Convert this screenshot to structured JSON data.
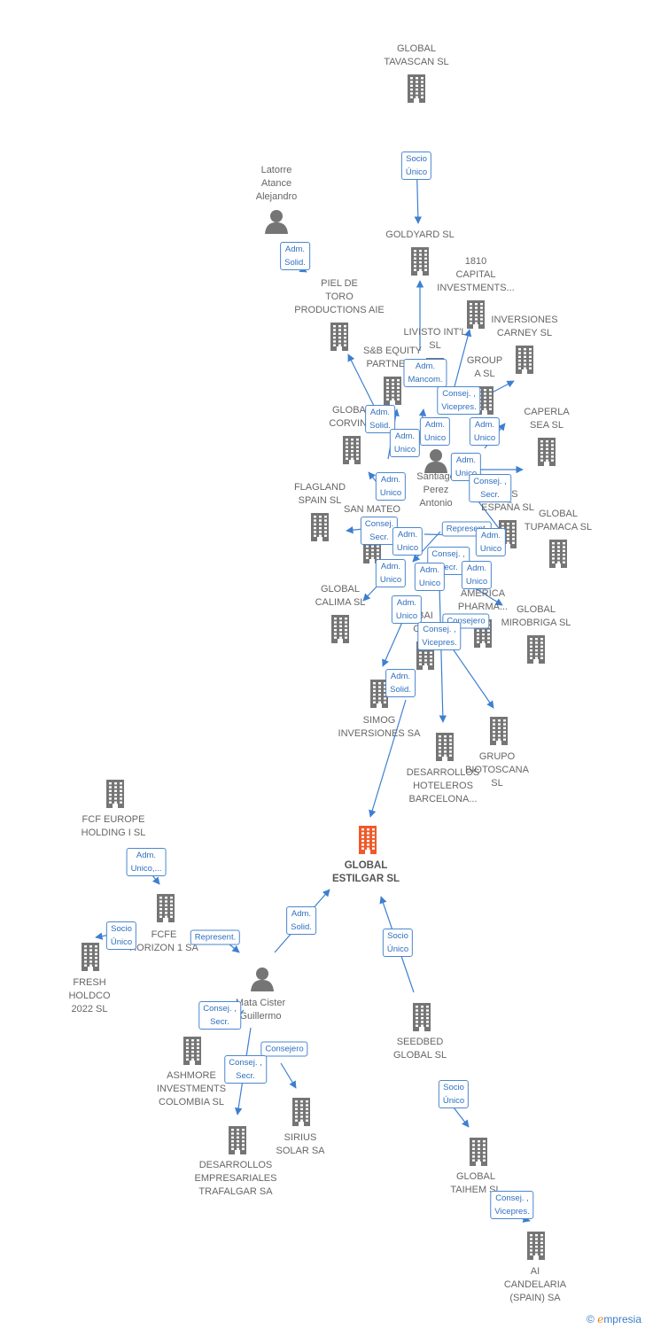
{
  "nodes": [
    {
      "id": "tavascan",
      "kind": "company",
      "label": "GLOBAL\nTAVASCAN  SL"
    },
    {
      "id": "latorre",
      "kind": "person",
      "label": "Latorre\nAtance\nAlejandro"
    },
    {
      "id": "goldyard",
      "kind": "company",
      "label": "GOLDYARD SL"
    },
    {
      "id": "capital1810",
      "kind": "company",
      "label": "1810\nCAPITAL\nINVESTMENTS..."
    },
    {
      "id": "pieldetoro",
      "kind": "company",
      "label": "PIEL DE\nTORO\nPRODUCTIONS AIE"
    },
    {
      "id": "carney",
      "kind": "company",
      "label": "INVERSIONES\nCARNEY SL"
    },
    {
      "id": "livisto",
      "kind": "company",
      "label": "LIVISTO INT'L\nSL"
    },
    {
      "id": "sbequity",
      "kind": "company",
      "label": "S&B EQUITY\nPARTNERS"
    },
    {
      "id": "groupsa",
      "kind": "company",
      "label": "GROUP\nA  SL"
    },
    {
      "id": "caperla",
      "kind": "company",
      "label": "CAPERLA\nSEA SL"
    },
    {
      "id": "corvino",
      "kind": "company",
      "label": "GLOBAL\nCORVINO"
    },
    {
      "id": "santiago",
      "kind": "person",
      "label": "Santiago\nPerez\nAntonio"
    },
    {
      "id": "flagland",
      "kind": "company",
      "label": "FLAGLAND\nSPAIN SL"
    },
    {
      "id": "sanmateo",
      "kind": "company",
      "label": "SAN MATEO\nR..."
    },
    {
      "id": "crs",
      "kind": "company",
      "label": "CRS\nESPAÑA  SL"
    },
    {
      "id": "tupamaca",
      "kind": "company",
      "label": "GLOBAL\nTUPAMACA SL"
    },
    {
      "id": "calima",
      "kind": "company",
      "label": "GLOBAL\nCALIMA SL"
    },
    {
      "id": "america",
      "kind": "company",
      "label": "AMERICA\nPHARMA..."
    },
    {
      "id": "cino",
      "kind": "company",
      "label": "BAI\nCINO"
    },
    {
      "id": "mirobriga",
      "kind": "company",
      "label": "GLOBAL\nMIROBRIGA SL"
    },
    {
      "id": "simog",
      "kind": "company",
      "label": "SIMOG\nINVERSIONES SA"
    },
    {
      "id": "desarhot",
      "kind": "company",
      "label": "DESARROLLOS\nHOTELEROS\nBARCELONA..."
    },
    {
      "id": "biotoscana",
      "kind": "company",
      "label": "GRUPO\nBIOTOSCANA\nSL"
    },
    {
      "id": "fcfeurope",
      "kind": "company",
      "label": "FCF EUROPE\nHOLDING I  SL"
    },
    {
      "id": "estilgar",
      "kind": "focus",
      "label": "GLOBAL\nESTILGAR  SL"
    },
    {
      "id": "fcfehorizon",
      "kind": "company",
      "label": "FCFE\nHORIZON 1 SA"
    },
    {
      "id": "fresh",
      "kind": "company",
      "label": "FRESH\nHOLDCO\n2022  SL"
    },
    {
      "id": "mata",
      "kind": "person",
      "label": "Mata Cister\nGuillermo"
    },
    {
      "id": "seedbed",
      "kind": "company",
      "label": "SEEDBED\nGLOBAL  SL"
    },
    {
      "id": "ashmore",
      "kind": "company",
      "label": "ASHMORE\nINVESTMENTS\nCOLOMBIA SL"
    },
    {
      "id": "sirius",
      "kind": "company",
      "label": "SIRIUS\nSOLAR SA"
    },
    {
      "id": "taihem",
      "kind": "company",
      "label": "GLOBAL\nTAIHEM SL"
    },
    {
      "id": "desaremp",
      "kind": "company",
      "label": "DESARROLLOS\nEMPRESARIALES\nTRAFALGAR SA"
    },
    {
      "id": "candelaria",
      "kind": "company",
      "label": "AI\nCANDELARIA\n(SPAIN) SA"
    }
  ],
  "relations": [
    {
      "id": "r1",
      "label": "Socio\nÚnico"
    },
    {
      "id": "r2",
      "label": "Adm.\nSolid."
    },
    {
      "id": "r3",
      "label": "Adm.\nMancom."
    },
    {
      "id": "r4",
      "label": "Consej. ,\nVicepres."
    },
    {
      "id": "r5",
      "label": "Adm.\nSolid."
    },
    {
      "id": "r6",
      "label": "Adm.\nUnico"
    },
    {
      "id": "r7",
      "label": "Adm.\nUnico"
    },
    {
      "id": "r8",
      "label": "Adm.\nUnico"
    },
    {
      "id": "r9",
      "label": "Adm.\nUnico"
    },
    {
      "id": "r10",
      "label": "Adm.\nUnico"
    },
    {
      "id": "r11",
      "label": "Consej. ,\nSecr."
    },
    {
      "id": "r12",
      "label": "Represent."
    },
    {
      "id": "r13",
      "label": "Consej.\nSecr."
    },
    {
      "id": "r14",
      "label": "Adm.\nUnico"
    },
    {
      "id": "r15",
      "label": "Adm.\nUnico"
    },
    {
      "id": "r16",
      "label": "Consej. ,\nSecr."
    },
    {
      "id": "r17",
      "label": "Adm.\nUnico"
    },
    {
      "id": "r18",
      "label": "Adm.\nUnico"
    },
    {
      "id": "r19",
      "label": "Adm.\nUnico"
    },
    {
      "id": "r20",
      "label": "Adm.\nUnico"
    },
    {
      "id": "r21",
      "label": "Consejero"
    },
    {
      "id": "r22",
      "label": "Consej. ,\nVicepres."
    },
    {
      "id": "r23",
      "label": "Adm.\nSolid."
    },
    {
      "id": "r24",
      "label": "Adm.\nUnico,..."
    },
    {
      "id": "r25",
      "label": "Socio\nÚnico"
    },
    {
      "id": "r26",
      "label": "Represent."
    },
    {
      "id": "r27",
      "label": "Adm.\nSolid."
    },
    {
      "id": "r28",
      "label": "Socio\nÚnico"
    },
    {
      "id": "r29",
      "label": "Consej. ,\nSecr."
    },
    {
      "id": "r30",
      "label": "Consejero"
    },
    {
      "id": "r31",
      "label": "Consej. ,\nSecr."
    },
    {
      "id": "r32",
      "label": "Socio\nÚnico"
    },
    {
      "id": "r33",
      "label": "Consej. ,\nVicepres."
    }
  ],
  "colors": {
    "company": "#757575",
    "focus": "#ef5a2a",
    "person": "#757575",
    "edge": "#3d7fd1"
  },
  "footer": {
    "copyright": "©",
    "brand_first": "e",
    "brand_rest": "mpresia"
  }
}
